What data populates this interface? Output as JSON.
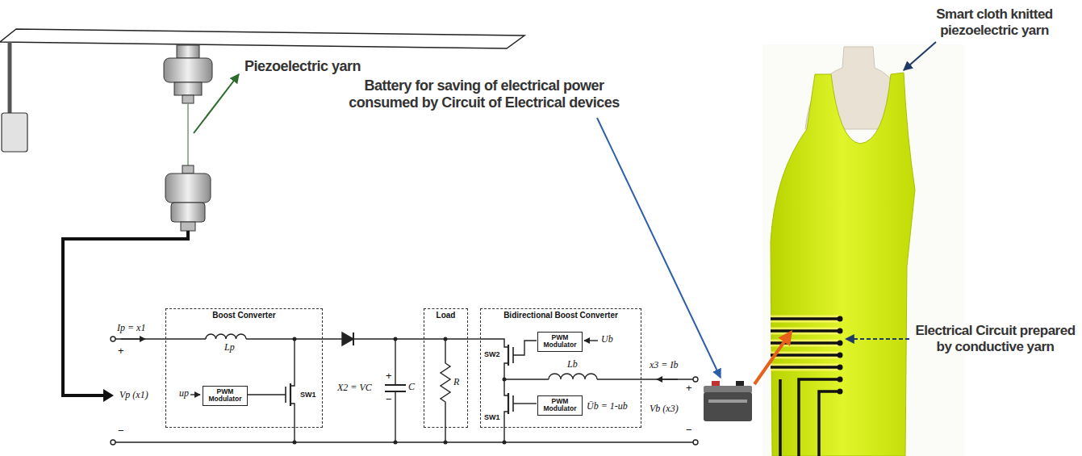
{
  "diagram": {
    "nodes": [
      {
        "text": [
          "Boost Converter"
        ]
      },
      {
        "text": [
          "PWM Modulator"
        ],
        "in": 0
      },
      {
        "text": [
          "Load"
        ]
      },
      {
        "text": [
          "Bidirectional Boost Converter"
        ]
      },
      {
        "text": [
          "PWM Modulator"
        ],
        "in": 3
      },
      {
        "text": [
          "PWM Modulator"
        ],
        "in": 3
      }
    ],
    "edges": [
      {
        "from": 0,
        "to": 2,
        "arrow": "none"
      },
      {
        "from": 2,
        "to": 3,
        "arrow": "none"
      }
    ],
    "labels": [
      "Piezoelectric yarn",
      "Battery for saving of electrical power consumed by Circuit of Electrical devices",
      "Smart cloth knitted piezoelectric yarn",
      "Electrical Circuit prepared by conductive yarn",
      "Ip = x1",
      "+",
      "Vp (x1)",
      "−",
      "Lp",
      "up",
      "SW1",
      "X2 = VC",
      "+",
      "C",
      "−",
      "R",
      "SW2",
      "Ub",
      "Lb",
      "x3 = Ib",
      "SW1",
      "Ūb = 1-ub",
      "Vb (x3)",
      "+",
      "−"
    ]
  }
}
